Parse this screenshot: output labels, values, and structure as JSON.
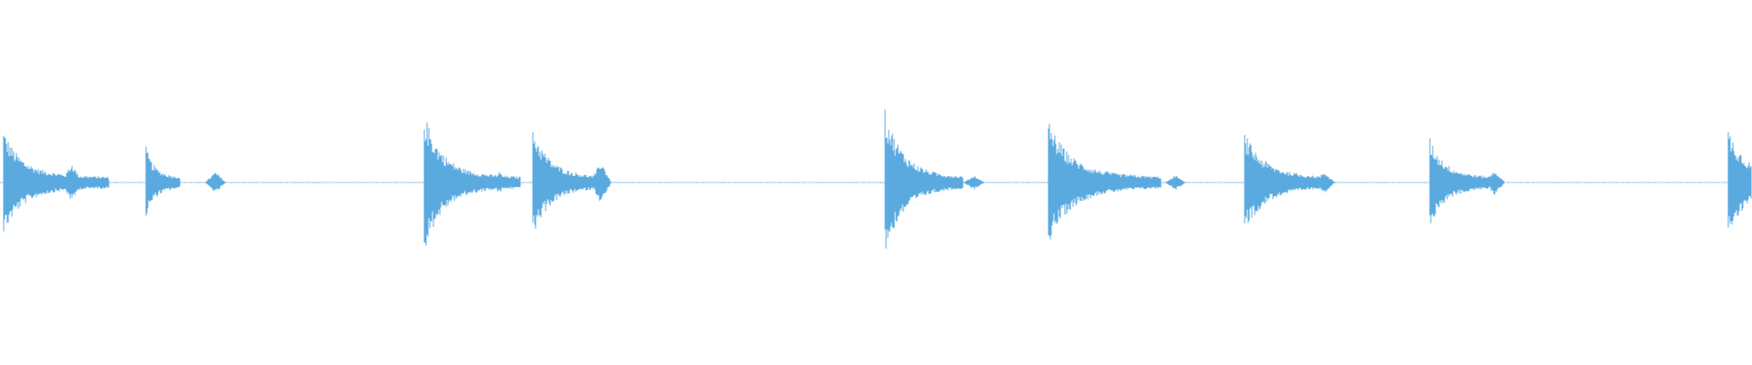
{
  "waveform": {
    "color": "#5aaae0",
    "background": "#ffffff",
    "baseline_visible": true,
    "transients": [
      {
        "onset": 0.002,
        "peak": 0.46,
        "decay": 0.028,
        "tail": 0.06,
        "echo_offset": 0.039,
        "echo_peak": 0.22
      },
      {
        "onset": 0.083,
        "peak": 0.3,
        "decay": 0.012,
        "tail": 0.02,
        "echo_offset": 0.04,
        "echo_peak": 0.12
      },
      {
        "onset": 0.242,
        "peak": 0.66,
        "decay": 0.028,
        "tail": 0.055,
        "echo_offset": 0.043,
        "echo_peak": 0.12
      },
      {
        "onset": 0.304,
        "peak": 0.5,
        "decay": 0.025,
        "tail": 0.04,
        "echo_offset": 0.039,
        "echo_peak": 0.24
      },
      {
        "onset": 0.505,
        "peak": 0.7,
        "decay": 0.028,
        "tail": 0.045,
        "echo_offset": 0.051,
        "echo_peak": 0.08
      },
      {
        "onset": 0.598,
        "peak": 0.58,
        "decay": 0.035,
        "tail": 0.065,
        "echo_offset": 0.073,
        "echo_peak": 0.08
      },
      {
        "onset": 0.71,
        "peak": 0.45,
        "decay": 0.03,
        "tail": 0.045,
        "echo_offset": 0.046,
        "echo_peak": 0.12
      },
      {
        "onset": 0.816,
        "peak": 0.38,
        "decay": 0.022,
        "tail": 0.035,
        "echo_offset": 0.037,
        "echo_peak": 0.14
      },
      {
        "onset": 0.986,
        "peak": 0.5,
        "decay": 0.03,
        "tail": 0.02,
        "echo_offset": 0.0,
        "echo_peak": 0.0
      }
    ],
    "silent_regions": [
      [
        0.125,
        0.24
      ],
      [
        0.345,
        0.48
      ],
      [
        0.66,
        0.665
      ],
      [
        0.86,
        0.98
      ]
    ]
  }
}
